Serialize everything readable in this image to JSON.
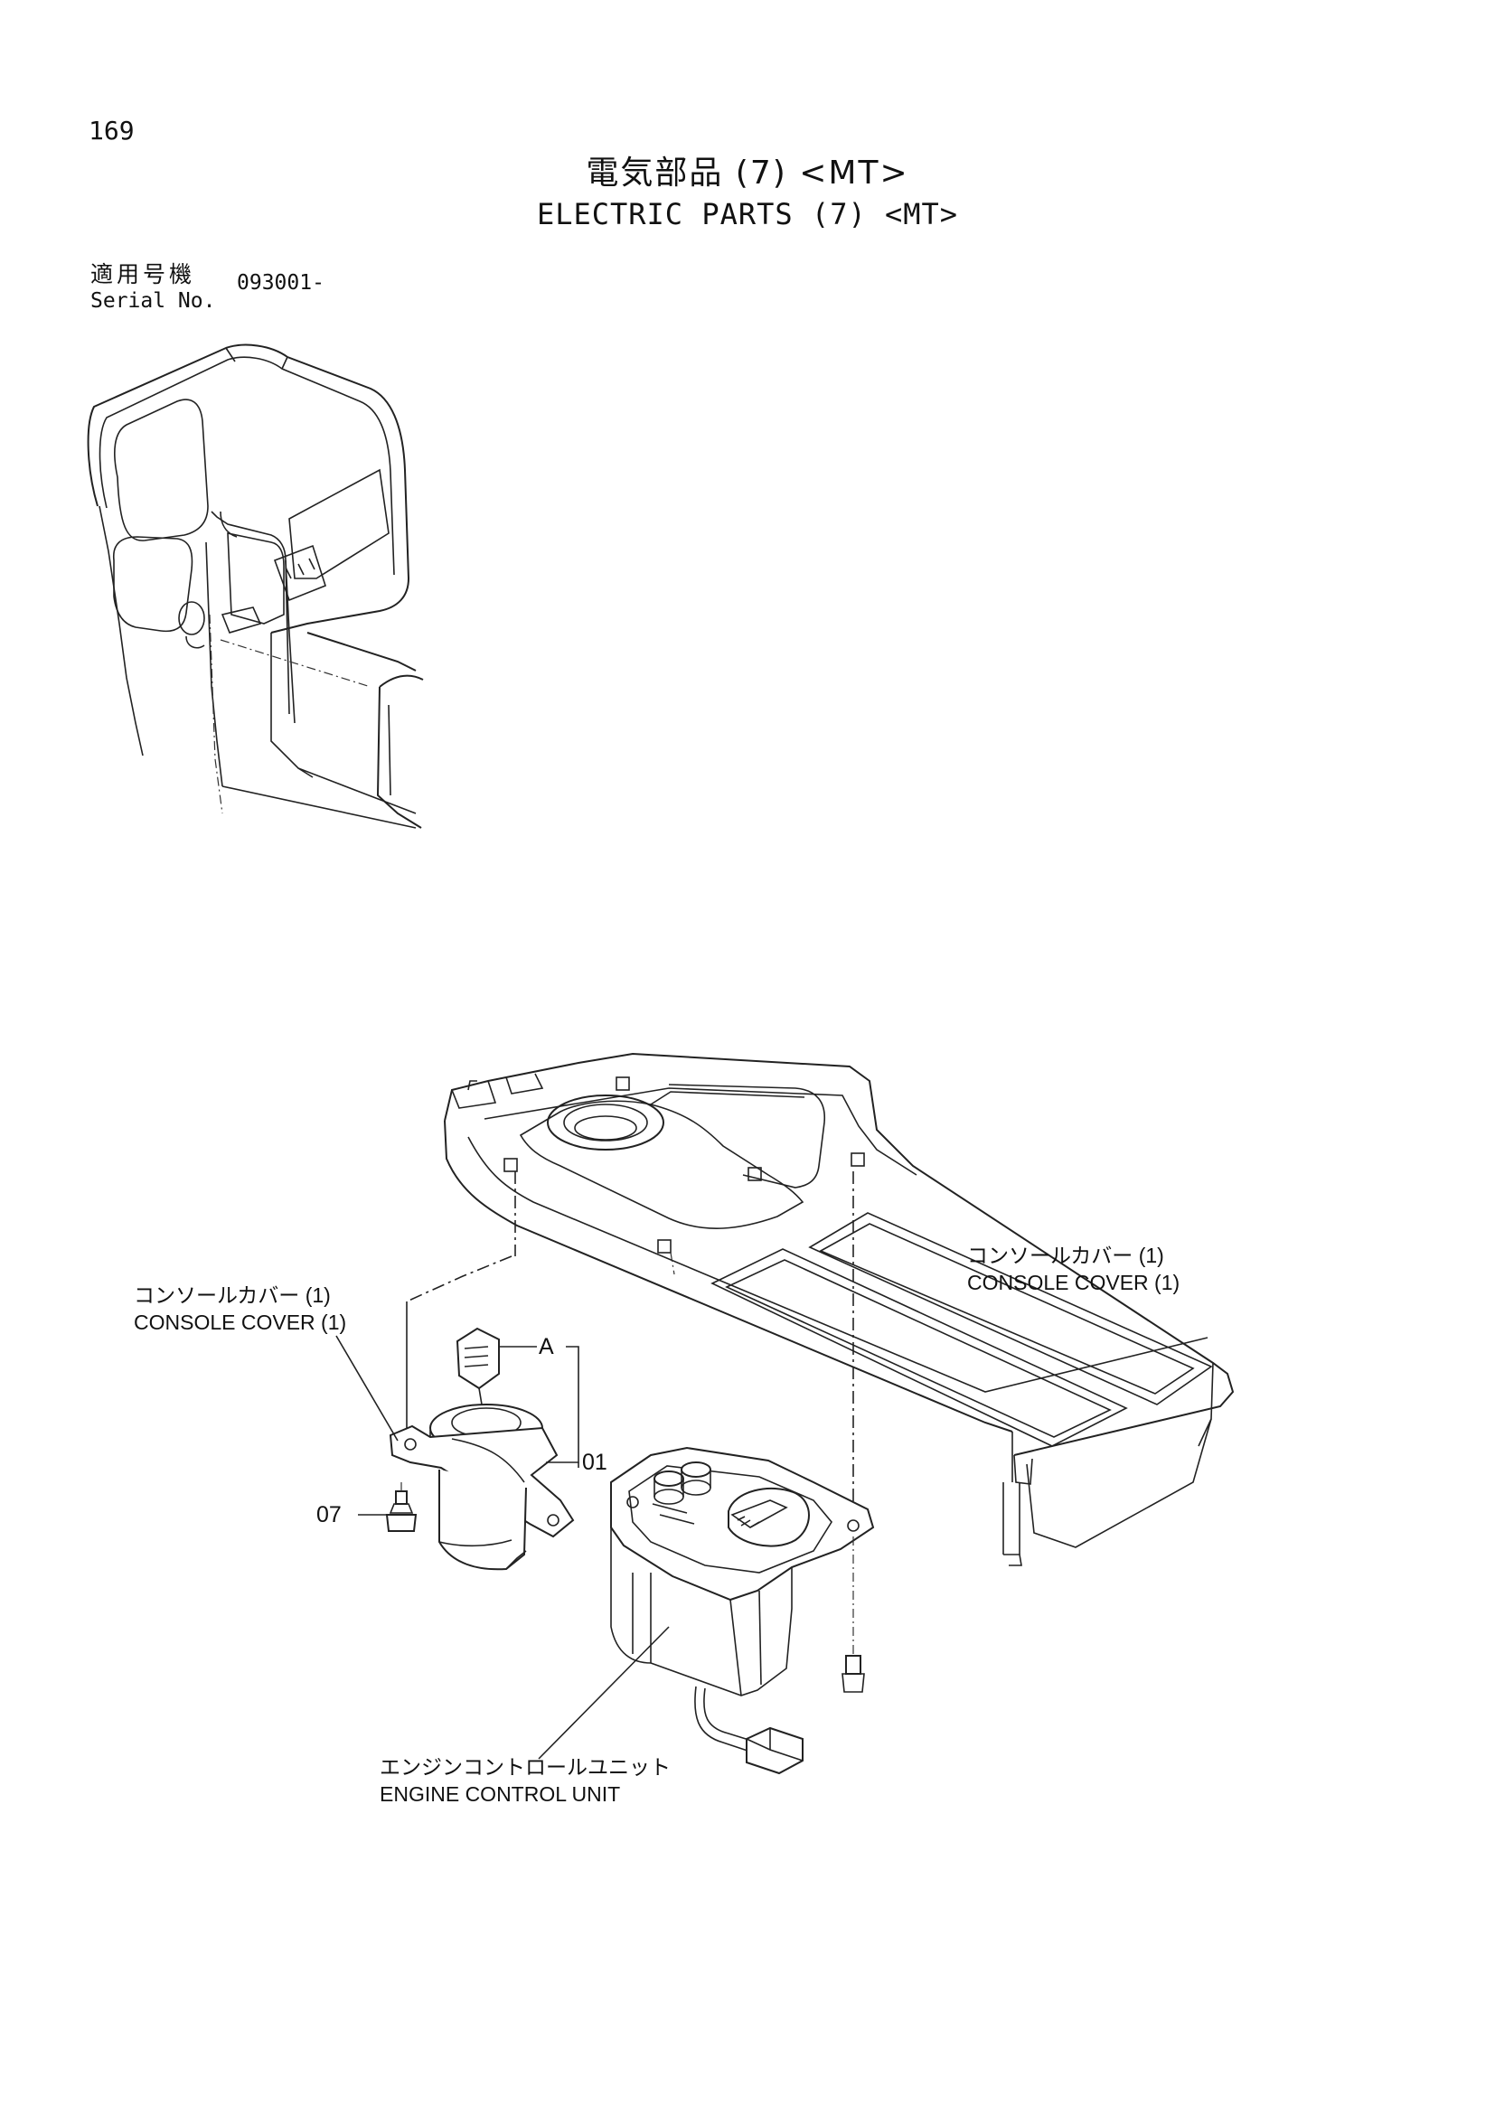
{
  "page": {
    "number": "169",
    "title_jp": "電気部品 (7) <MT>",
    "title_en": "ELECTRIC PARTS (7) <MT>"
  },
  "serial": {
    "label_jp": "適用号機",
    "label_en": "Serial No.",
    "value": "093001-"
  },
  "callouts": {
    "console_cover_left": {
      "jp": "コンソールカバー (1)",
      "en": "CONSOLE COVER (1)"
    },
    "console_cover_right": {
      "jp": "コンソールカバー (1)",
      "en": "CONSOLE COVER (1)"
    },
    "engine_control_unit": {
      "jp": "エンジンコントロールユニット",
      "en": "ENGINE CONTROL UNIT"
    }
  },
  "part_numbers": {
    "detail_a": "A",
    "key_switch": "01",
    "bolt": "07"
  }
}
